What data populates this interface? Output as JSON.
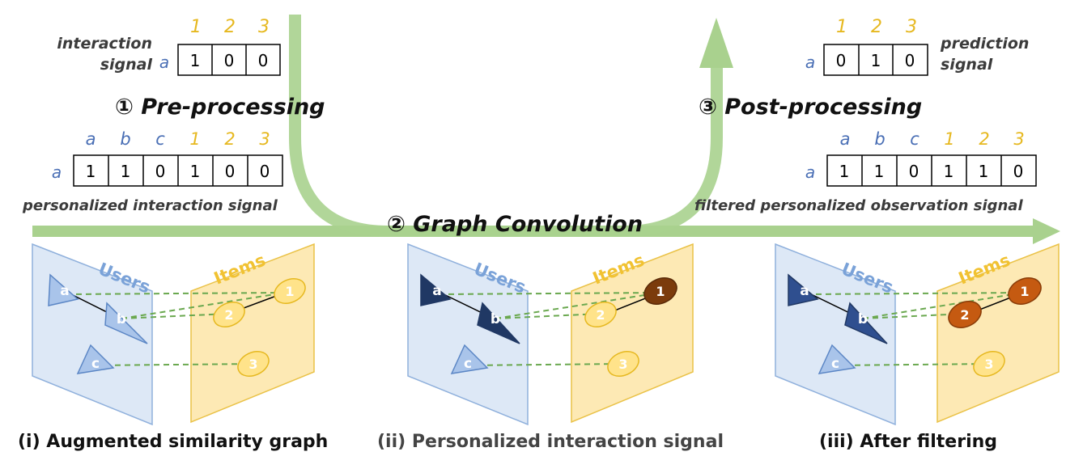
{
  "top_left": {
    "item_header": [
      "1",
      "2",
      "3"
    ],
    "row_user": "a",
    "values": [
      "1",
      "0",
      "0"
    ],
    "label_line1": "interaction",
    "label_line2": "signal"
  },
  "top_right": {
    "item_header": [
      "1",
      "2",
      "3"
    ],
    "row_user": "a",
    "values": [
      "0",
      "1",
      "0"
    ],
    "label_line1": "prediction",
    "label_line2": "signal"
  },
  "steps": {
    "pre": "① Pre-processing",
    "graph": "② Graph Convolution",
    "post": "③ Post-processing"
  },
  "mid_left": {
    "header_users": [
      "a",
      "b",
      "c"
    ],
    "header_items": [
      "1",
      "2",
      "3"
    ],
    "row_user": "a",
    "values": [
      "1",
      "1",
      "0",
      "1",
      "0",
      "0"
    ],
    "label": "personalized interaction signal"
  },
  "mid_right": {
    "header_users": [
      "a",
      "b",
      "c"
    ],
    "header_items": [
      "1",
      "2",
      "3"
    ],
    "row_user": "a",
    "values": [
      "1",
      "1",
      "0",
      "1",
      "1",
      "0"
    ],
    "label": "filtered personalized observation signal"
  },
  "graph_panel": {
    "users_label": "Users",
    "items_label": "Items",
    "user_nodes": [
      "a",
      "b",
      "c"
    ],
    "item_nodes": [
      "1",
      "2",
      "3"
    ]
  },
  "captions": {
    "i": "(i) Augmented similarity graph",
    "ii": "(ii) Personalized interaction signal",
    "iii": "(iii) After filtering"
  },
  "colors": {
    "arrow": "#a9d18e",
    "user_plane": "#dde8f6",
    "item_plane": "#fde9b4",
    "user_node_light": "#a9c4ea",
    "user_node_dark": "#203864",
    "item_node_light": "#ffe38a",
    "item_node_dark": "#7b3b0c",
    "item_node_orange": "#c55a11",
    "user_letter": "#4a6fb5",
    "item_number": "#e6b81f"
  }
}
